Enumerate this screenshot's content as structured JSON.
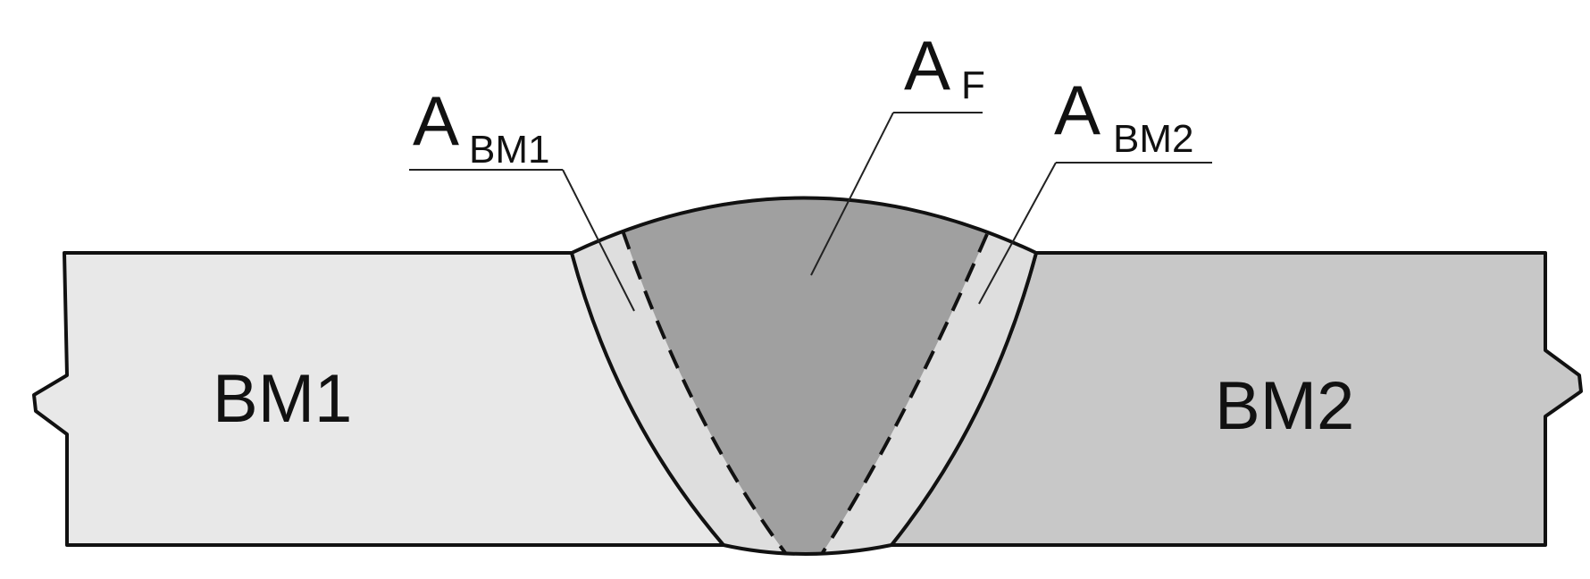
{
  "labels": {
    "bm1": "BM1",
    "bm2": "BM2",
    "a_bm1": {
      "main": "A",
      "sub": "BM1"
    },
    "a_f": {
      "main": "A",
      "sub": "F"
    },
    "a_bm2": {
      "main": "A",
      "sub": "BM2"
    }
  },
  "colors": {
    "bm1_fill": "#e8e8e8",
    "bm2_fill": "#c8c8c8",
    "fusion_fill": "#a0a0a0",
    "haz_fill": "#dedede",
    "outline": "#111111",
    "leader": "#222222"
  }
}
